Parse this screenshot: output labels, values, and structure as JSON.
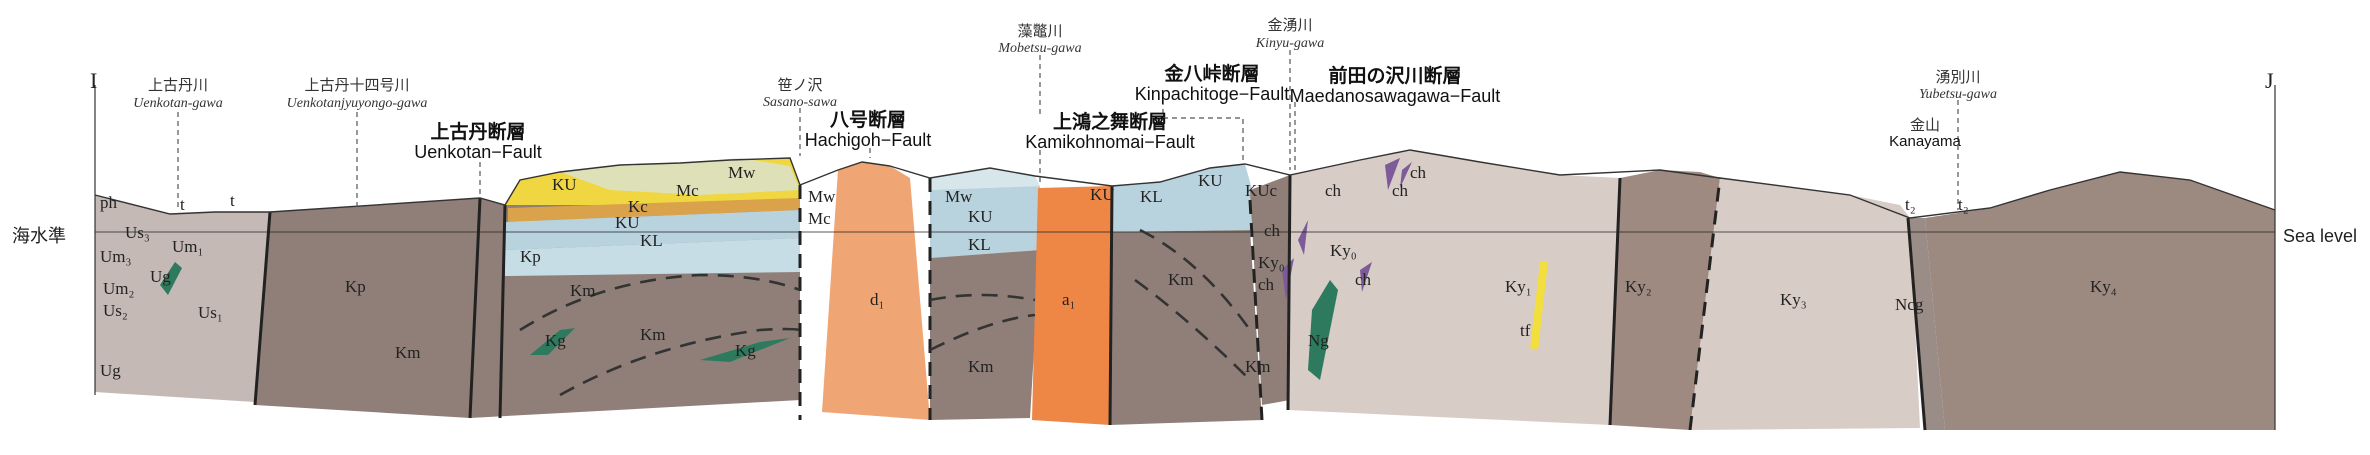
{
  "section_ends": {
    "left": "I",
    "right": "J"
  },
  "sea_level": {
    "left_label": "海水準",
    "right_label": "Sea level"
  },
  "rivers": [
    {
      "jp": "上古丹川",
      "romaji": "Uenkotan-gawa"
    },
    {
      "jp": "上古丹十四号川",
      "romaji": "Uenkotanjyuyongo-gawa"
    },
    {
      "jp": "笹ノ沢",
      "romaji": "Sasano-sawa"
    },
    {
      "jp": "藻鼈川",
      "romaji": "Mobetsu-gawa"
    },
    {
      "jp": "金湧川",
      "romaji": "Kinyu-gawa"
    },
    {
      "jp": "湧別川",
      "romaji": "Yubetsu-gawa"
    }
  ],
  "mountain": {
    "jp": "金山",
    "romaji": "Kanayama"
  },
  "faults": [
    {
      "jp": "上古丹断層",
      "en": "Uenkotan−Fault"
    },
    {
      "jp": "八号断層",
      "en": "Hachigoh−Fault"
    },
    {
      "jp": "上鴻之舞断層",
      "en": "Kamikohnomai−Fault"
    },
    {
      "jp": "金八峠断層",
      "en": "Kinpachitoge−Fault"
    },
    {
      "jp": "前田の沢川断層",
      "en": "Maedanosawagawa−Fault"
    }
  ],
  "unit_labels": {
    "ph": "ph",
    "Us3": "Us₃",
    "Us2": "Us₂",
    "Us1": "Us₁",
    "Ug": "Ug",
    "Um1": "Um₁",
    "Um2": "Um₂",
    "Um3": "Um₃",
    "t": "t",
    "t2": "t₂",
    "Kp": "Kp",
    "Km": "Km",
    "KU": "KU",
    "KL": "KL",
    "Kc": "Kc",
    "Mw": "Mw",
    "Mc": "Mc",
    "Kg": "Kg",
    "d1": "d₁",
    "a1": "a₁",
    "KUc": "KUc",
    "ch": "ch",
    "Ky0": "Ky₀",
    "Ky1": "Ky₁",
    "Ky2": "Ky₂",
    "Ky3": "Ky₃",
    "Ky4": "Ky₄",
    "tf": "tf",
    "Ncg": "Ncg",
    "Ng": "Ng"
  },
  "colors": {
    "Kp": "#8f7f78",
    "Km": "#8f7f78",
    "KU": "#b9d3de",
    "KL": "#b9d3de",
    "Mw": "#d6e6ea",
    "Mc": "#f0d640",
    "d1": "#f0a574",
    "a1": "#ee8645",
    "Ky1": "#d8ccc6",
    "Ky2": "#9e8a80",
    "Ky3": "#d8ccc6",
    "Ky4": "#9c8980",
    "Us": "#c0b6b1",
    "green": "#2e7a5e",
    "purple": "#7d5a98",
    "tf": "#f2de3c"
  }
}
